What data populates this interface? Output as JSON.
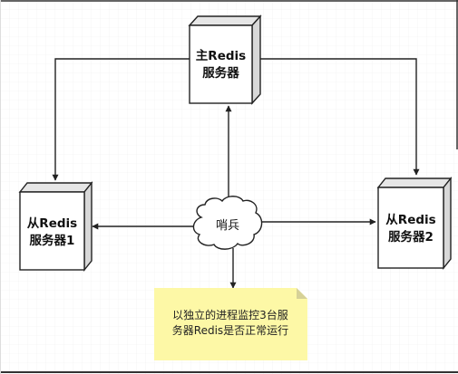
{
  "diagram": {
    "master": {
      "line1": "主Redis",
      "line2": "服务器"
    },
    "slave_left": {
      "line1": "从Redis",
      "line2": "服务器1"
    },
    "slave_right": {
      "line1": "从Redis",
      "line2": "服务器2"
    },
    "sentinel": {
      "label": "哨兵"
    },
    "note": {
      "line1": "以独立的进程监控3台服",
      "line2": "务器Redis是否正常运行"
    },
    "colors": {
      "line": "#222222",
      "box_fill": "#ffffff",
      "box_side": "#e0e0e0",
      "note_fill": "#fdf8a6",
      "note_fold": "#d6d197",
      "grid": "#eeeeee"
    }
  }
}
